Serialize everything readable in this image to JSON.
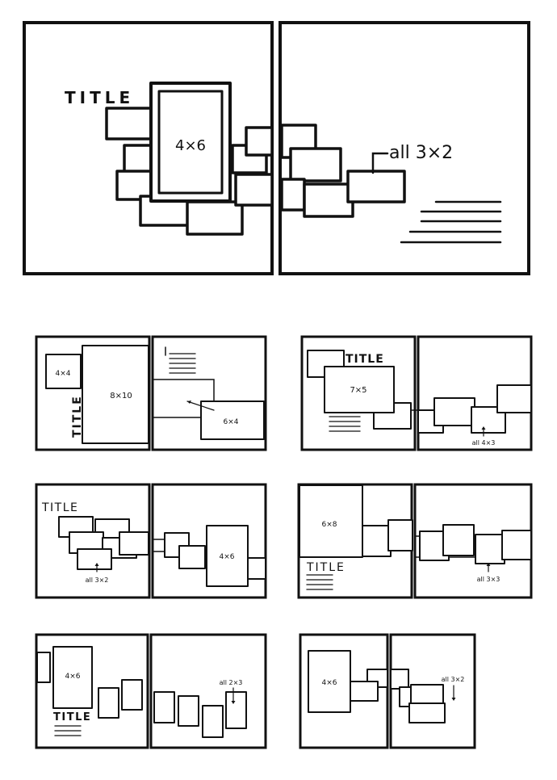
{
  "colors": {
    "ink": "#111111",
    "paper": "#ffffff"
  },
  "big_layout": {
    "title": "TITLE",
    "photo_label": "4×6",
    "note": "all 3×2"
  },
  "layout_1": {
    "label_small": "4×4",
    "label_large": "8×10",
    "title": "TITLE",
    "label_right": "6×4"
  },
  "layout_2": {
    "title": "TITLE",
    "label_main": "7×5",
    "note": "all 4×3"
  },
  "layout_3": {
    "title": "TITLE",
    "note": "all 3×2",
    "label_right": "4×6"
  },
  "layout_4": {
    "label_main": "6×8",
    "title": "TITLE",
    "note": "all 3×3"
  },
  "layout_5": {
    "label_main": "4×6",
    "title": "TITLE",
    "note": "all 2×3"
  },
  "layout_6": {
    "label_main": "4×6",
    "note": "all 3×2"
  }
}
